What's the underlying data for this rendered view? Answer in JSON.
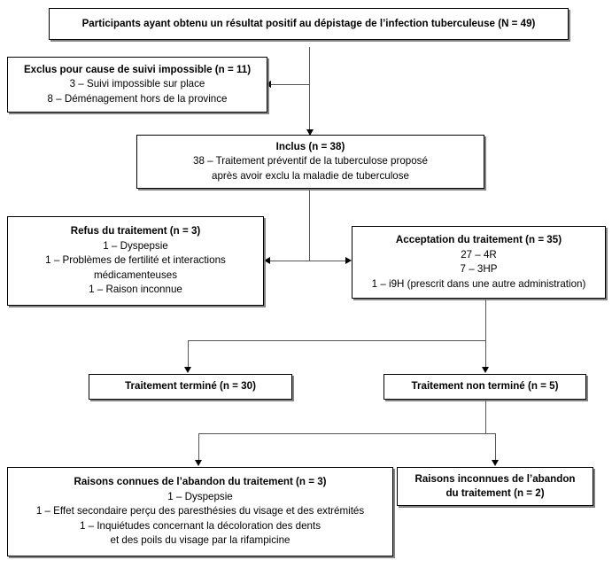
{
  "diagram": {
    "title": "Diagramme de flux du dépistage de l'infection tuberculeuse",
    "language": "fr",
    "nodes": {
      "screened": {
        "lines": [
          {
            "text": "Participants ayant obtenu un résultat positif au dépistage de l’infection tuberculeuse (N = 49)",
            "bold": true
          }
        ]
      },
      "excluded": {
        "lines": [
          {
            "text": "Exclus pour cause de suivi impossible (n = 11)",
            "bold": true
          },
          {
            "text": "3 – Suivi impossible sur place",
            "bold": false
          },
          {
            "text": "8 – Déménagement hors de la province",
            "bold": false
          }
        ]
      },
      "included": {
        "lines": [
          {
            "text": "Inclus (n = 38)",
            "bold": true
          },
          {
            "text": "38 – Traitement préventif de la tuberculose proposé",
            "bold": false
          },
          {
            "text": "après avoir exclu la maladie de tuberculose",
            "bold": false
          }
        ]
      },
      "refusal": {
        "lines": [
          {
            "text": "Refus du traitement (n = 3)",
            "bold": true
          },
          {
            "text": "1 – Dyspepsie",
            "bold": false
          },
          {
            "text": "1 – Problèmes de fertilité et interactions",
            "bold": false
          },
          {
            "text": "médicamenteuses",
            "bold": false
          },
          {
            "text": "1 – Raison inconnue",
            "bold": false
          }
        ]
      },
      "acceptance": {
        "lines": [
          {
            "text": "Acceptation du traitement (n = 35)",
            "bold": true
          },
          {
            "text": "27 – 4R",
            "bold": false
          },
          {
            "text": "7 – 3HP",
            "bold": false
          },
          {
            "text": "1 – i9H (prescrit dans une autre administration)",
            "bold": false
          }
        ]
      },
      "completed": {
        "lines": [
          {
            "text": "Traitement terminé (n = 30)",
            "bold": true
          }
        ]
      },
      "not_completed": {
        "lines": [
          {
            "text": "Traitement non terminé (n = 5)",
            "bold": true
          }
        ]
      },
      "known_reasons": {
        "lines": [
          {
            "text": "Raisons connues de l’abandon du traitement (n = 3)",
            "bold": true
          },
          {
            "text": "1 – Dyspepsie",
            "bold": false
          },
          {
            "text": "1 – Effet secondaire perçu des paresthésies du visage et des extrémités",
            "bold": false
          },
          {
            "text": "1 – Inquiétudes concernant la décoloration des dents",
            "bold": false
          },
          {
            "text": "et des poils du visage par la rifampicine",
            "bold": false
          }
        ]
      },
      "unknown_reasons": {
        "lines": [
          {
            "text": "Raisons inconnues de l’abandon",
            "bold": true
          },
          {
            "text": "du traitement (n = 2)",
            "bold": true
          }
        ]
      }
    },
    "colors": {
      "box_border": "#000000",
      "connector": "#555555",
      "arrow": "#000000",
      "background": "#ffffff",
      "text": "#000000"
    }
  }
}
